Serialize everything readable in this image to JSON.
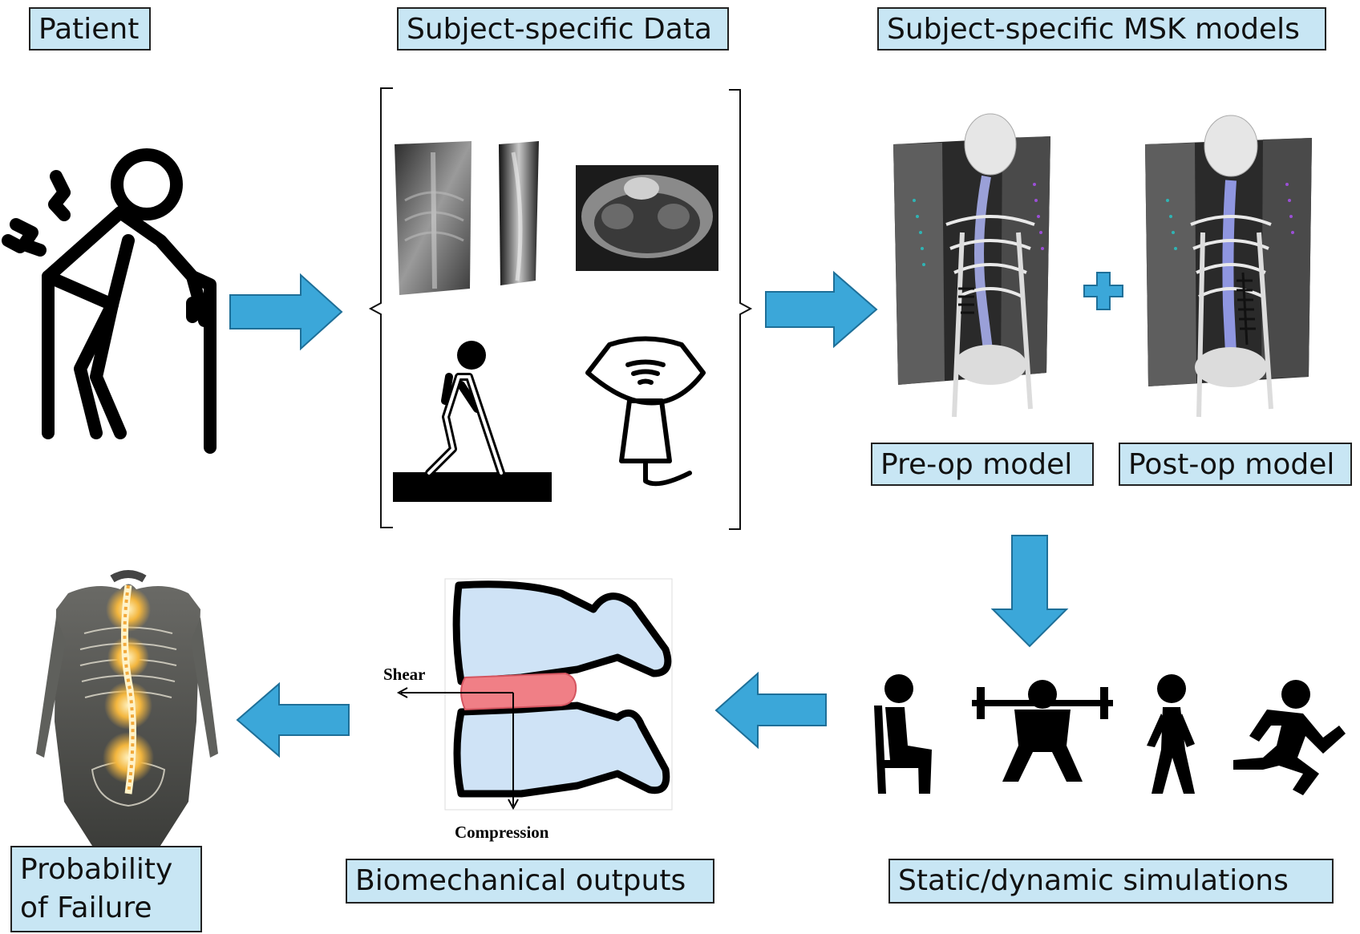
{
  "labels": {
    "patient": "Patient",
    "subject_data": "Subject-specific Data",
    "msk_models": "Subject-specific MSK models",
    "pre_op": "Pre-op model",
    "post_op": "Post-op model",
    "simulations": "Static/dynamic simulations",
    "biomech_outputs": "Biomechanical outputs",
    "probability_line1": "Probability",
    "probability_line2": "of Failure"
  },
  "vertebra": {
    "shear": "Shear",
    "compression": "Compression"
  },
  "colors": {
    "label_bg": "#c8e6f4",
    "arrow": "#3ba7d9",
    "disc": "#f07f86",
    "bone": "#cfe3f6"
  },
  "icons": {
    "patient": "elderly-person-with-cane-icon",
    "xray": "xray-images",
    "mri": "mri-axial-slice",
    "gait": "walking-on-treadmill-icon",
    "ultrasound": "ultrasound-probe-icon",
    "sit": "sitting-person-icon",
    "lift": "weightlifting-squat-icon",
    "walk": "walking-person-icon",
    "run": "running-person-icon"
  }
}
